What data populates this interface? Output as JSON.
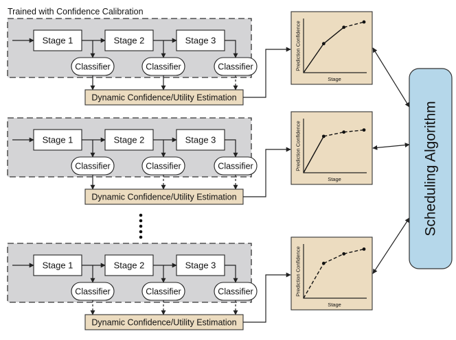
{
  "title": "Trained with Confidence Calibration",
  "stage_labels": [
    "Stage 1",
    "Stage 2",
    "Stage 3"
  ],
  "classifier_label": "Classifier",
  "estimation_label": "Dynamic Confidence/Utility Estimation",
  "chart_axis": {
    "x_label": "Stage",
    "y_label": "Prediction Confidence"
  },
  "scheduler_label": "Scheduling Algorithm",
  "colors": {
    "pipeline_bg": "#d4d4d6",
    "estimation_bg": "#ecdcc0",
    "chart_bg": "#ecdcc0",
    "scheduler_bg": "#b5d7ea"
  },
  "pipelines": [
    {
      "id": 1,
      "chart": {
        "points": [
          [
            0,
            0
          ],
          [
            1,
            0.55
          ],
          [
            2,
            0.86
          ],
          [
            3,
            0.96
          ]
        ],
        "solid_segments": 2
      },
      "classifier_links": [
        "solid",
        "solid",
        "dashed"
      ]
    },
    {
      "id": 2,
      "chart": {
        "points": [
          [
            0,
            0
          ],
          [
            1,
            0.69
          ],
          [
            2,
            0.77
          ],
          [
            3,
            0.81
          ]
        ],
        "solid_segments": 1
      },
      "classifier_links": [
        "solid",
        "dashed",
        "dashed"
      ]
    },
    {
      "id": 3,
      "chart": {
        "points": [
          [
            0,
            0
          ],
          [
            1,
            0.66
          ],
          [
            2,
            0.84
          ],
          [
            3,
            0.93
          ]
        ],
        "solid_segments": 0
      },
      "classifier_links": [
        "dashed",
        "dashed",
        "dashed"
      ]
    }
  ]
}
